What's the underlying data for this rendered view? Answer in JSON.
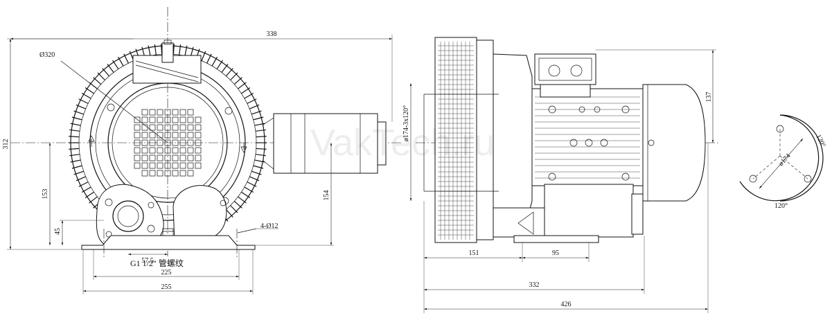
{
  "dimensions": {
    "front": {
      "overall_width": "338",
      "diameter": "Ø320",
      "height": "312",
      "center_height": "153",
      "outlet_height": "154",
      "foot_offset": "45",
      "port_offset": "57.5",
      "mount_holes": "4-Ø12",
      "foot_inner": "225",
      "foot_outer": "255"
    },
    "side": {
      "bolt_circle": "ø174-3x120°",
      "motor_height": "137",
      "foot_left": "151",
      "foot_spacing": "95",
      "length_mid": "332",
      "length_total": "426"
    },
    "flange": {
      "diameter": "ø174",
      "angle_top": "120°",
      "angle_bottom": "120°"
    }
  },
  "labels": {
    "thread": "G1 1/2\" 管螺纹"
  },
  "watermark": "VakTech.ru"
}
